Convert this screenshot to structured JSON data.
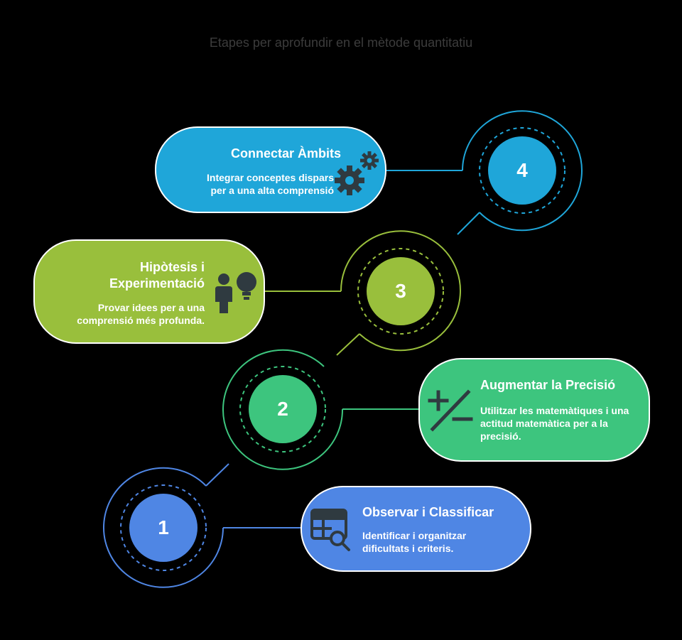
{
  "title": "Etapes per aprofundir en el mètode quantitatiu",
  "colors": {
    "background": "#000000",
    "stage1": "#4f86e4",
    "stage2": "#3dc57e",
    "stage3": "#99bf3c",
    "stage4": "#1fa6d9"
  },
  "stages": [
    {
      "number": "1",
      "title": "Observar i Classificar",
      "description": "Identificar i organitzar dificultats i criteris.",
      "icon": "table-search-icon"
    },
    {
      "number": "2",
      "title": "Augmentar la Precisió",
      "description": "Utilitzar les matemàtiques i una actitud matemàtica per a la precisió.",
      "icon": "plus-minus-icon"
    },
    {
      "number": "3",
      "title": "Hipòtesis i Experimentació",
      "description": "Provar idees per a una comprensió més profunda.",
      "icon": "person-idea-icon"
    },
    {
      "number": "4",
      "title": "Connectar Àmbits",
      "description": "Integrar conceptes dispars per a una alta comprensió",
      "icon": "gears-icon"
    }
  ]
}
